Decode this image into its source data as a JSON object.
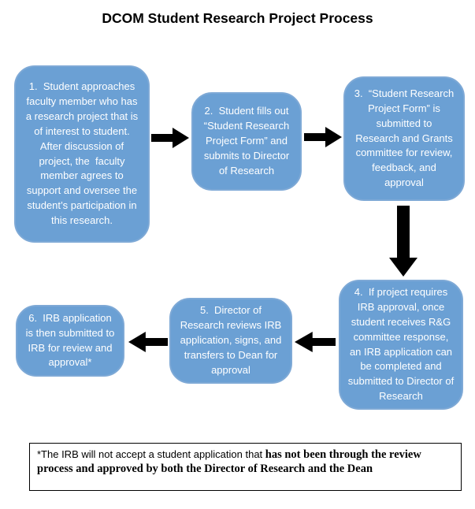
{
  "title": "DCOM Student Research Project Process",
  "steps": [
    {
      "label": "1.  Student approaches faculty member who has a research project that is of interest to student.  After discussion of project, the  faculty member agrees to support and oversee the student’s participation in this research."
    },
    {
      "label": "2.  Student fills out “Student Research Project Form” and submits to Director of Research"
    },
    {
      "label": "3.  “Student Research Project Form” is submitted to  Research and Grants committee for review, feedback, and approval"
    },
    {
      "label": "4.  If project requires IRB approval, once student receives R&G committee response, an IRB application can be completed and submitted to Director of Research"
    },
    {
      "label": "5.  Director of Research reviews IRB application, signs, and transfers to Dean for approval"
    },
    {
      "label": "6.  IRB application is then submitted to IRB for review and approval*"
    }
  ],
  "arrows": [
    {
      "name": "arrow-step1-to-step2",
      "direction": "right"
    },
    {
      "name": "arrow-step2-to-step3",
      "direction": "right"
    },
    {
      "name": "arrow-step3-to-step4",
      "direction": "down"
    },
    {
      "name": "arrow-step4-to-step5",
      "direction": "left"
    },
    {
      "name": "arrow-step5-to-step6",
      "direction": "left"
    }
  ],
  "footnote": {
    "regular": "*The IRB will not accept a student application that ",
    "bold": "has not been through the review process and approved by both the Director of Research and the Dean"
  },
  "colors": {
    "step_fill": "#6BA0D4",
    "step_border": "#7EA9D6",
    "step_text": "#FFFFFF",
    "arrow": "#000000",
    "title_text": "#000000",
    "footnote_border": "#000000"
  }
}
